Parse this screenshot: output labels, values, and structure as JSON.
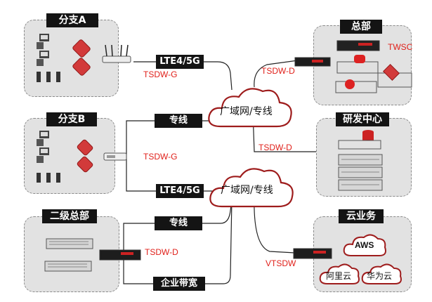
{
  "groups": {
    "branch_a": "分支A",
    "branch_b": "分支B",
    "secondary_hq": "二级总部",
    "hq": "总部",
    "rnd": "研发中心",
    "cloud_biz": "云业务"
  },
  "links": {
    "lte_top": "LTE4/5G",
    "leased_mid": "专线",
    "lte_mid": "LTE4/5G",
    "leased_bottom": "专线",
    "broadband": "企业带宽"
  },
  "devices": {
    "branch_a_gw": "TSDW-G",
    "branch_b_gw": "TSDW-G",
    "secondary_gw": "TSDW-D",
    "hq_gw": "TSDW-D",
    "hq_controller": "TWSC",
    "rnd_gw": "TSDW-D",
    "cloud_gw": "VTSDW"
  },
  "clouds": {
    "wan_top": "广域网/专线",
    "wan_bottom": "广域网/专线"
  },
  "cloud_providers": {
    "aws": "AWS",
    "aliyun": "阿里云",
    "huawei": "华为云"
  },
  "colors": {
    "accent_red": "#e0201a",
    "group_bg": "#e2e2e2",
    "label_bg": "#141414",
    "cloud_stroke": "#9e1c1c"
  }
}
